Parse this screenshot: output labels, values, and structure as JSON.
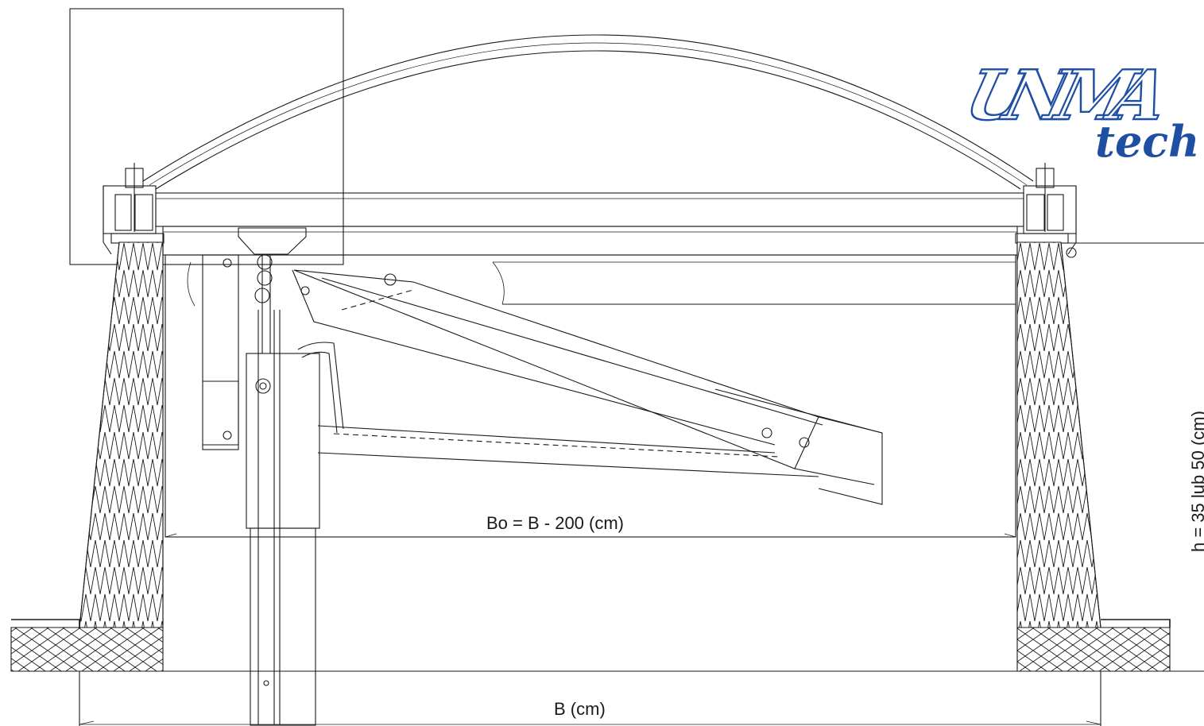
{
  "logo": {
    "brand": "UNIMA",
    "sub": "tech",
    "color": "#1f4fa3"
  },
  "dimensions": {
    "opening_width": "Bo = B - 200 (cm)",
    "base_width": "B (cm)",
    "height": "h = 35 lub 50 (cm)"
  },
  "colors": {
    "line": "#1a1a1a",
    "background": "#ffffff"
  }
}
